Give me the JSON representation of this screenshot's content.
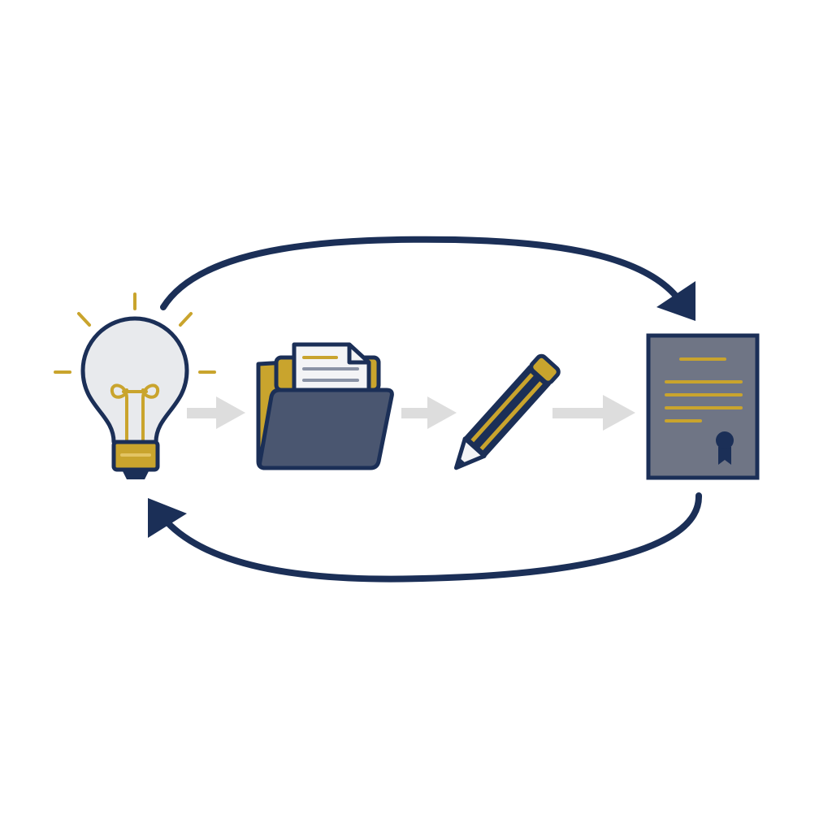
{
  "diagram": {
    "type": "cycle",
    "steps": [
      {
        "icon": "lightbulb-icon"
      },
      {
        "icon": "folder-icon"
      },
      {
        "icon": "pencil-icon"
      },
      {
        "icon": "certificate-document-icon"
      }
    ],
    "connectors": [
      {
        "from": "lightbulb-icon",
        "to": "folder-icon",
        "style": "light-gray-arrow"
      },
      {
        "from": "folder-icon",
        "to": "pencil-icon",
        "style": "light-gray-arrow"
      },
      {
        "from": "pencil-icon",
        "to": "certificate-document-icon",
        "style": "light-gray-arrow"
      },
      {
        "from": "lightbulb-icon",
        "to": "certificate-document-icon",
        "style": "navy-curved-arrow-top"
      },
      {
        "from": "certificate-document-icon",
        "to": "lightbulb-icon",
        "style": "navy-curved-arrow-bottom"
      }
    ]
  },
  "colors": {
    "navy": "#1b2f57",
    "gold": "#c9a42d",
    "bulb_glass": "#e8eaed",
    "folder_front": "#4a5670",
    "document_fill": "#6f7585",
    "paper": "#f3f4f6",
    "connector_gray": "#dddddd",
    "background": "#ffffff"
  }
}
